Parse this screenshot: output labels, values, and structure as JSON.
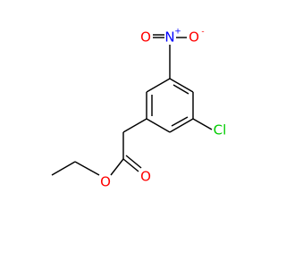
{
  "molecule": {
    "atoms": {
      "nitrogen": {
        "symbol": "N",
        "charge": "+"
      },
      "oxygen_left": {
        "symbol": "O"
      },
      "oxygen_right": {
        "symbol": "O",
        "charge": "-"
      },
      "chlorine": {
        "symbol": "Cl"
      },
      "ester_oxygen_carbonyl": {
        "symbol": "O"
      },
      "ester_oxygen_alkoxy": {
        "symbol": "O"
      }
    },
    "colors": {
      "bond": "#000000",
      "nitrogen": "#0000ff",
      "oxygen": "#ff0000",
      "chlorine": "#00cc00"
    }
  }
}
